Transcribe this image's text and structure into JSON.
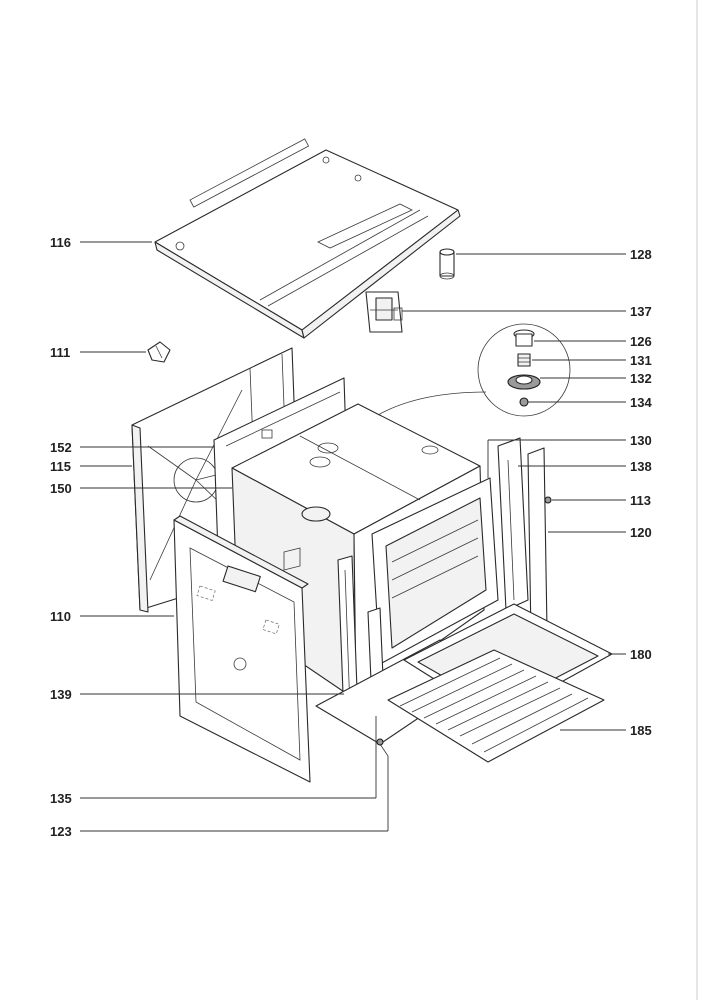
{
  "labels": [
    {
      "id": "116",
      "text": "116"
    },
    {
      "id": "128",
      "text": "128"
    },
    {
      "id": "137",
      "text": "137"
    },
    {
      "id": "111",
      "text": "111"
    },
    {
      "id": "126",
      "text": "126"
    },
    {
      "id": "131",
      "text": "131"
    },
    {
      "id": "132",
      "text": "132"
    },
    {
      "id": "134",
      "text": "134"
    },
    {
      "id": "152",
      "text": "152"
    },
    {
      "id": "130",
      "text": "130"
    },
    {
      "id": "115",
      "text": "115"
    },
    {
      "id": "138",
      "text": "138"
    },
    {
      "id": "150",
      "text": "150"
    },
    {
      "id": "113",
      "text": "113"
    },
    {
      "id": "120",
      "text": "120"
    },
    {
      "id": "110",
      "text": "110"
    },
    {
      "id": "180",
      "text": "180"
    },
    {
      "id": "139",
      "text": "139"
    },
    {
      "id": "185",
      "text": "185"
    },
    {
      "id": "135",
      "text": "135"
    },
    {
      "id": "123",
      "text": "123"
    }
  ]
}
